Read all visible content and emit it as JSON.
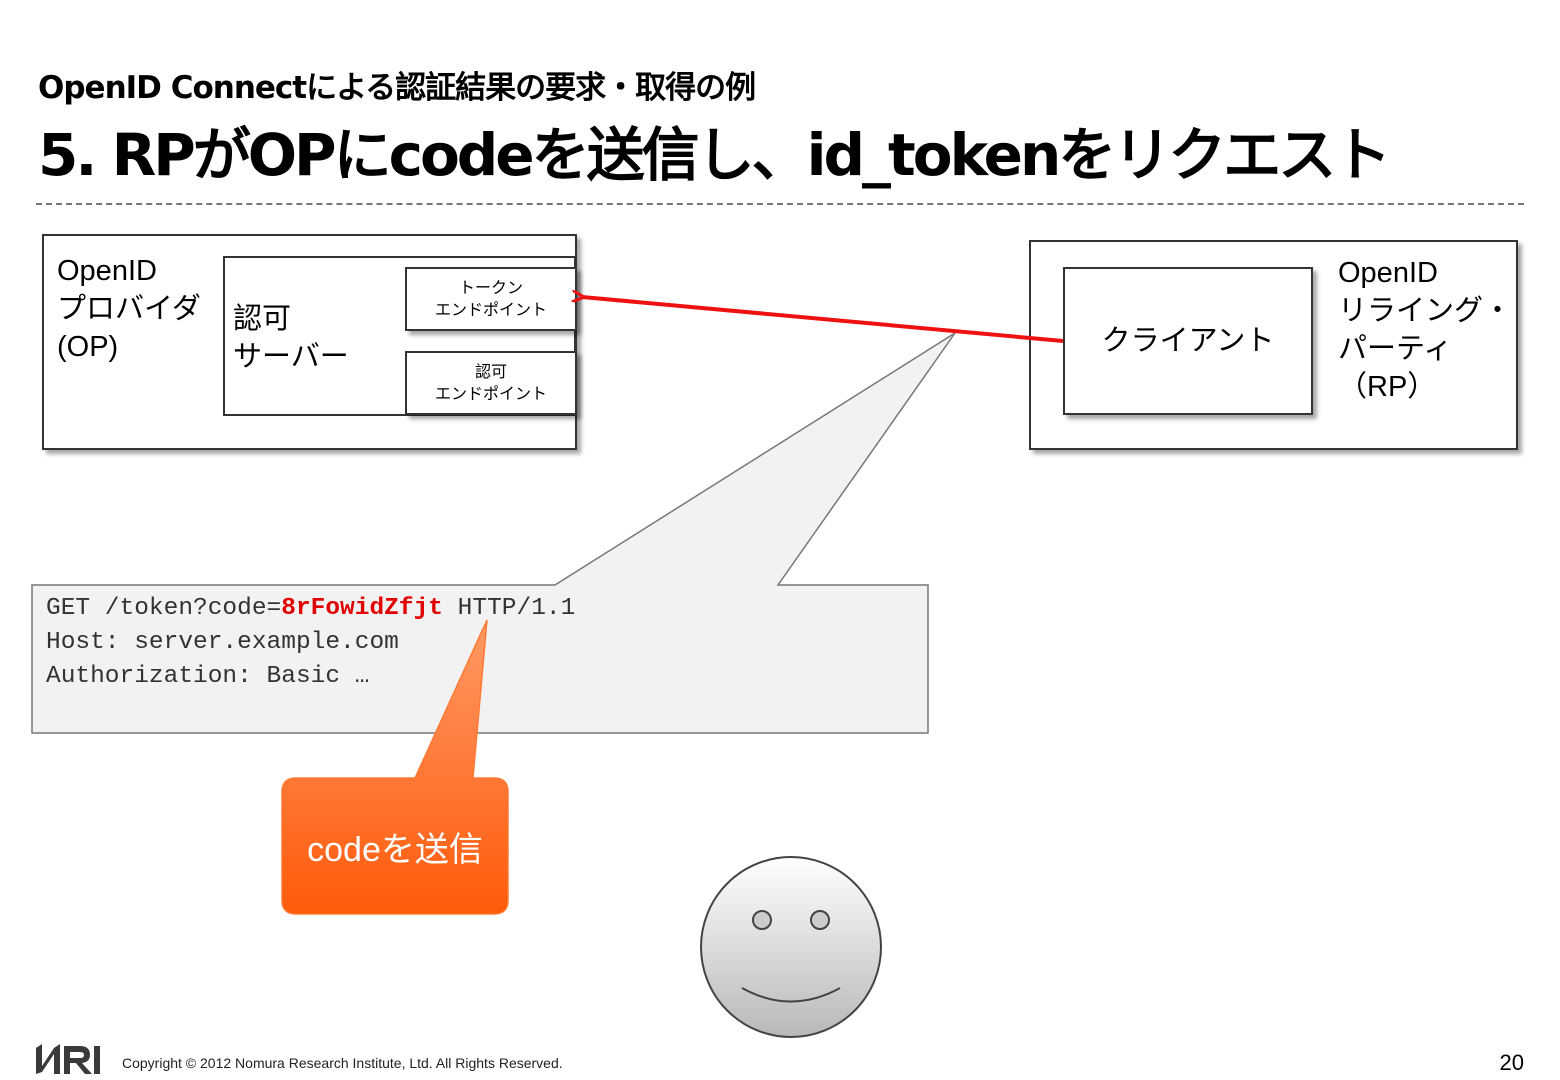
{
  "header": {
    "subtitle": "OpenID Connectによる認証結果の要求・取得の例",
    "title": "5. RPがOPにcodeを送信し、id_tokenをリクエスト"
  },
  "op_box": {
    "label_lines": [
      "OpenID",
      "プロバイダ",
      "(OP)"
    ],
    "auth_server": [
      "認可",
      "サーバー"
    ],
    "token_endpoint": [
      "トークン",
      "エンドポイント"
    ],
    "authz_endpoint": [
      "認可",
      "エンドポイント"
    ]
  },
  "rp_box": {
    "label_lines": [
      "OpenID",
      "リライング・",
      "パーティ",
      "（RP）"
    ],
    "client": "クライアント"
  },
  "request": {
    "line1_prefix": "GET /token?code=",
    "code_value": "8rFowidZfjt",
    "line1_suffix": " HTTP/1.1",
    "line2": "Host: server.example.com",
    "line3": "Authorization: Basic …"
  },
  "callout": {
    "label": "codeを送信"
  },
  "colors": {
    "arrow": "#ee1111",
    "callout": "#ff6a1f",
    "highlight": "#e00000"
  },
  "footer": {
    "logo": "NRI",
    "copyright": "Copyright © 2012 Nomura Research Institute, Ltd. All Rights Reserved.",
    "page_number": "20"
  }
}
